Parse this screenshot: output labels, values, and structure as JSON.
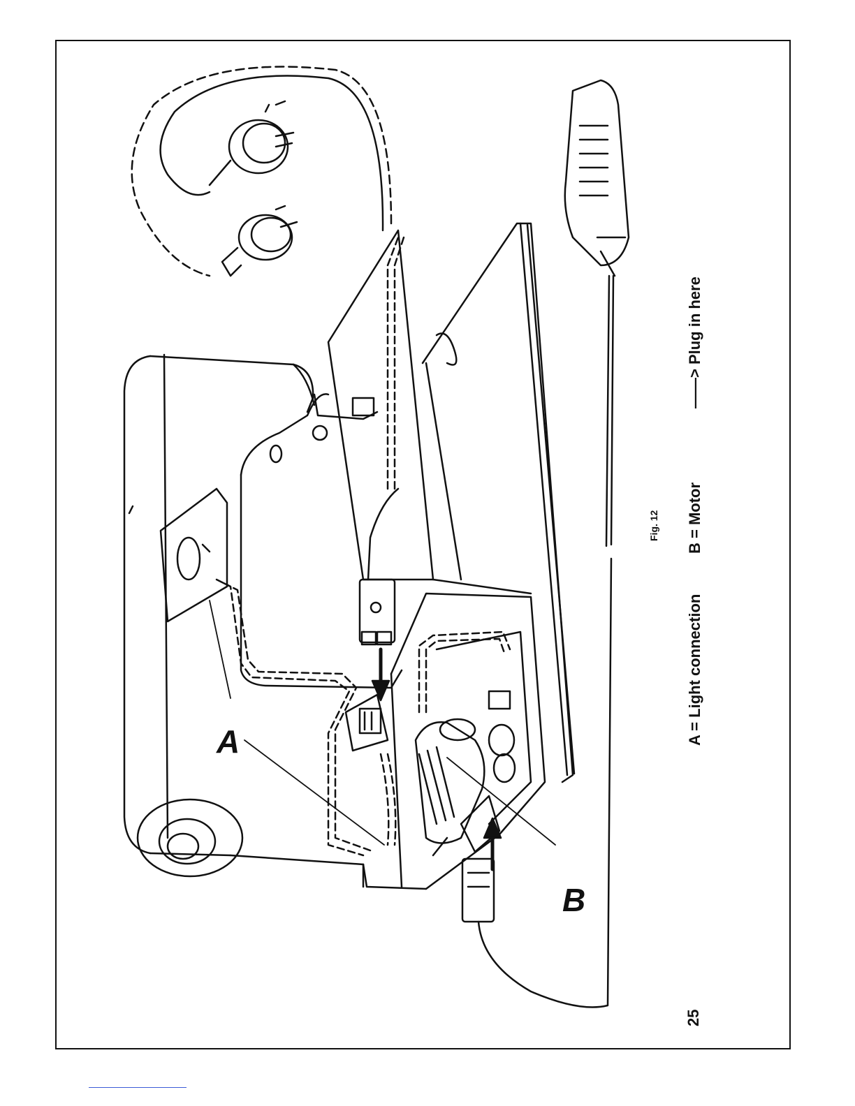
{
  "page": {
    "figure_label": "Fig. 12",
    "letter_a": "A",
    "letter_b": "B",
    "caption_a": "A = Light connection",
    "caption_b": "B = Motor",
    "caption_plug": "——> Plug in here",
    "page_number": "25"
  },
  "colors": {
    "ink": "#111111",
    "paper": "#ffffff",
    "footer_rule": "#3b5bd6"
  }
}
